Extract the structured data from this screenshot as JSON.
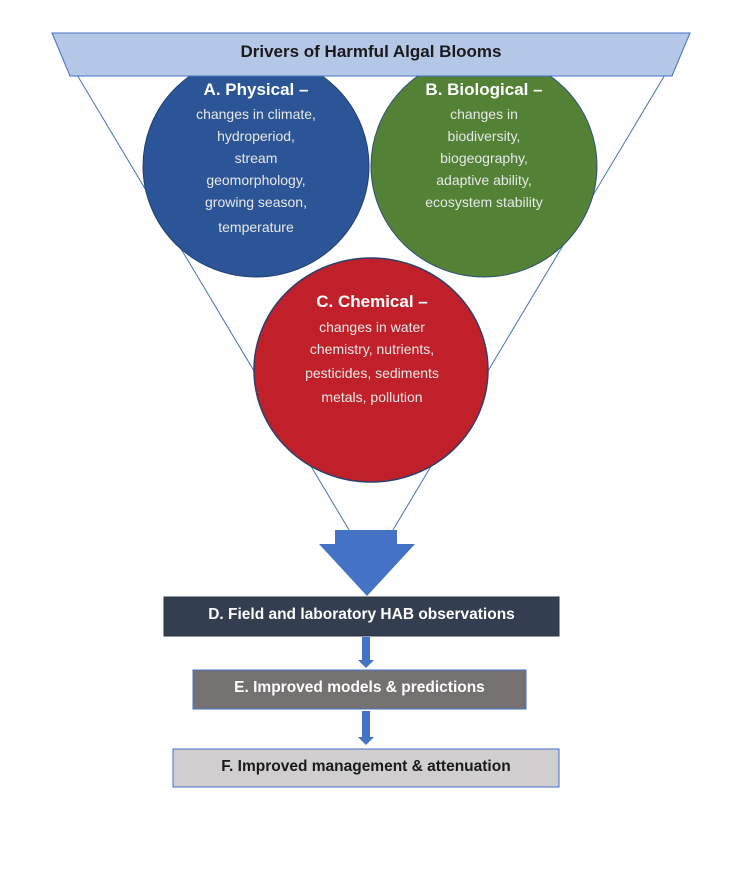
{
  "diagram": {
    "title": "Drivers of Harmful Algal Blooms",
    "drivers": [
      {
        "id": "A",
        "title": "A. Physical –",
        "lines": [
          "changes in climate,",
          "hydroperiod,",
          "stream",
          "geomorphology,",
          "growing season,",
          "temperature"
        ],
        "color": "#2B5597"
      },
      {
        "id": "B",
        "title": "B. Biological –",
        "lines": [
          "changes in",
          "biodiversity,",
          "biogeography,",
          "adaptive ability,",
          "ecosystem stability"
        ],
        "color": "#538135"
      },
      {
        "id": "C",
        "title": "C. Chemical –",
        "lines": [
          "changes in water",
          "chemistry, nutrients,",
          "pesticides, sediments",
          "metals, pollution"
        ],
        "color": "#C0202A"
      }
    ],
    "steps": [
      {
        "id": "D",
        "label": "D. Field and laboratory HAB observations",
        "fill": "#333F50",
        "text_color": "#ffffff"
      },
      {
        "id": "E",
        "label": "E. Improved models & predictions",
        "fill": "#767171",
        "text_color": "#ffffff"
      },
      {
        "id": "F",
        "label": "F. Improved management & attenuation",
        "fill": "#D0CECE",
        "text_color": "#1a1a1a"
      }
    ],
    "colors": {
      "funnel_header": "#B4C7E7",
      "funnel_line": "#4472C4",
      "arrow": "#4472C4"
    }
  }
}
